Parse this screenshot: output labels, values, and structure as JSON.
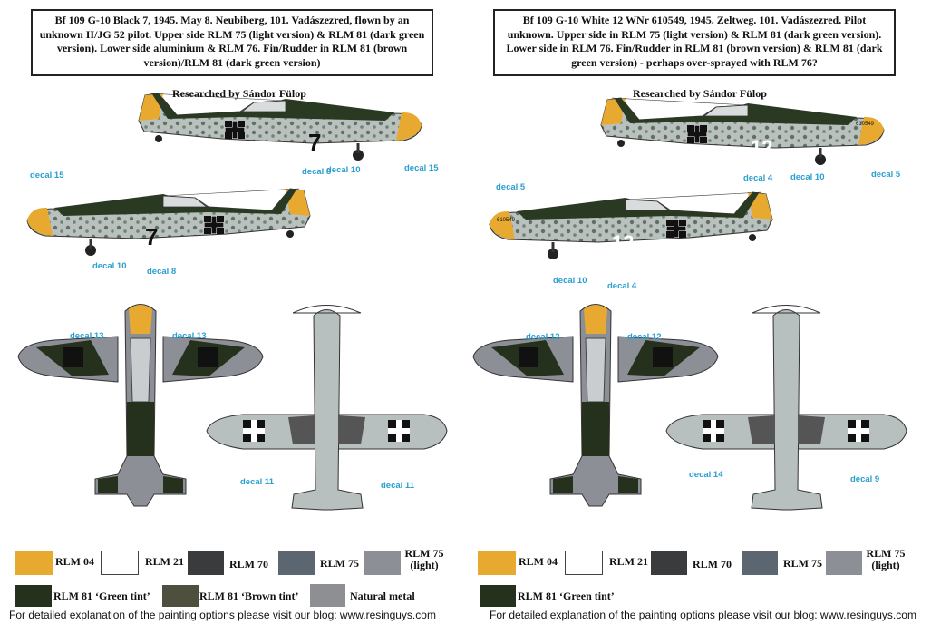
{
  "left": {
    "title": "Bf 109 G-10 Black 7, 1945. May 8. Neubiberg, 101. Vadászezred, flown by an unknown II/JG 52 pilot. Upper side RLM 75 (light version) & RLM 81 (dark green version). Lower side aluminium & RLM 76. Fin/Rudder in RLM 81 (brown version)/RLM 81 (dark green version)",
    "researched": "Researched by Sándor Fülop",
    "fuselage_number": "7",
    "decals": [
      "decal 8",
      "decal 10",
      "decal 15",
      "decal 15",
      "decal 10",
      "decal 8",
      "decal 13",
      "decal 13",
      "decal 11",
      "decal 11"
    ],
    "legend": [
      {
        "label": "RLM 04",
        "color": "#e8a930"
      },
      {
        "label": "RLM 21",
        "color": "#ffffff"
      },
      {
        "label": "RLM 70",
        "color": "#3a3b3d"
      },
      {
        "label": "RLM 75",
        "color": "#5b6670"
      },
      {
        "label": "RLM 75 (light)",
        "color": "#8d8f96"
      },
      {
        "label": "RLM 81 ‘Green tint’",
        "color": "#26311d"
      },
      {
        "label": "RLM 81 ‘Brown tint’",
        "color": "#4e4f3c"
      },
      {
        "label": "Natural metal",
        "color": "#8e8f93"
      }
    ],
    "footer": "For detailed explanation of the painting options please visit our blog: www.resinguys.com"
  },
  "right": {
    "title": "Bf 109 G-10  White 12 WNr 610549, 1945. Zeltweg. 101. Vadászezred. Pilot unknown. Upper side in RLM 75 (light version) & RLM 81 (dark green version). Lower side in RLM 76. Fin/Rudder in RLM 81 (brown version) & RLM 81 (dark green version) - perhaps over-sprayed with RLM 76?",
    "researched": "Researched by Sándor Fülop",
    "fuselage_number": "12",
    "werknummer": "610549",
    "decals": [
      "decal 4",
      "decal 10",
      "decal 5",
      "decal 5",
      "decal 10",
      "decal 4",
      "decal 12",
      "decal 12",
      "decal 14",
      "decal 9"
    ],
    "legend": [
      {
        "label": "RLM 04",
        "color": "#e8a930"
      },
      {
        "label": "RLM 21",
        "color": "#ffffff"
      },
      {
        "label": "RLM 70",
        "color": "#3a3b3d"
      },
      {
        "label": "RLM 75",
        "color": "#5b6670"
      },
      {
        "label": "RLM 75 (light)",
        "color": "#8d8f96"
      },
      {
        "label": "RLM 81 ‘Green tint’",
        "color": "#26311d"
      }
    ],
    "footer": "For detailed explanation of the painting options please visit our blog: www.resinguys.com"
  }
}
